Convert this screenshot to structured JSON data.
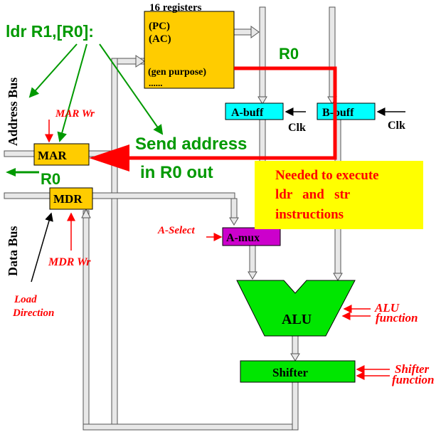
{
  "registers": {
    "title": "16 registers",
    "pc": "(PC)",
    "ac": "(AC)",
    "gen": "(gen purpose)",
    "dots": "......"
  },
  "instruction": "ldr R1,[R0]:",
  "buses": {
    "address": "Address Bus",
    "data": "Data Bus"
  },
  "blocks": {
    "mar": "MAR",
    "mdr": "MDR",
    "abuff": "A-buff",
    "bbuff": "B-buff",
    "amux": "A-mux",
    "alu": "ALU",
    "shifter": "Shifter"
  },
  "signals": {
    "mar_wr": "MAR Wr",
    "mdr_wr": "MDR Wr",
    "load_direction_1": "Load",
    "load_direction_2": "Direction",
    "a_select": "A-Select",
    "clk_a": "Clk",
    "clk_b": "Clk",
    "alu_function_1": "ALU",
    "alu_function_2": "function",
    "shifter_function_1": "Shifter",
    "shifter_function_2": "function"
  },
  "annotations": {
    "r0_top": "R0",
    "r0_left": "R0",
    "send_1": "Send address",
    "send_2": "in R0 out",
    "note_1": "Needed to execute",
    "note_2": "ldr   and   str",
    "note_3": "instructions"
  },
  "colors": {
    "register_file": "#ffcc00",
    "buffer": "#00ffff",
    "amux": "#cc00cc",
    "alu": "#00e600",
    "note_bg": "#ffff00",
    "red": "#ff0000",
    "green": "#009900",
    "bus": "#e8e8e8"
  }
}
